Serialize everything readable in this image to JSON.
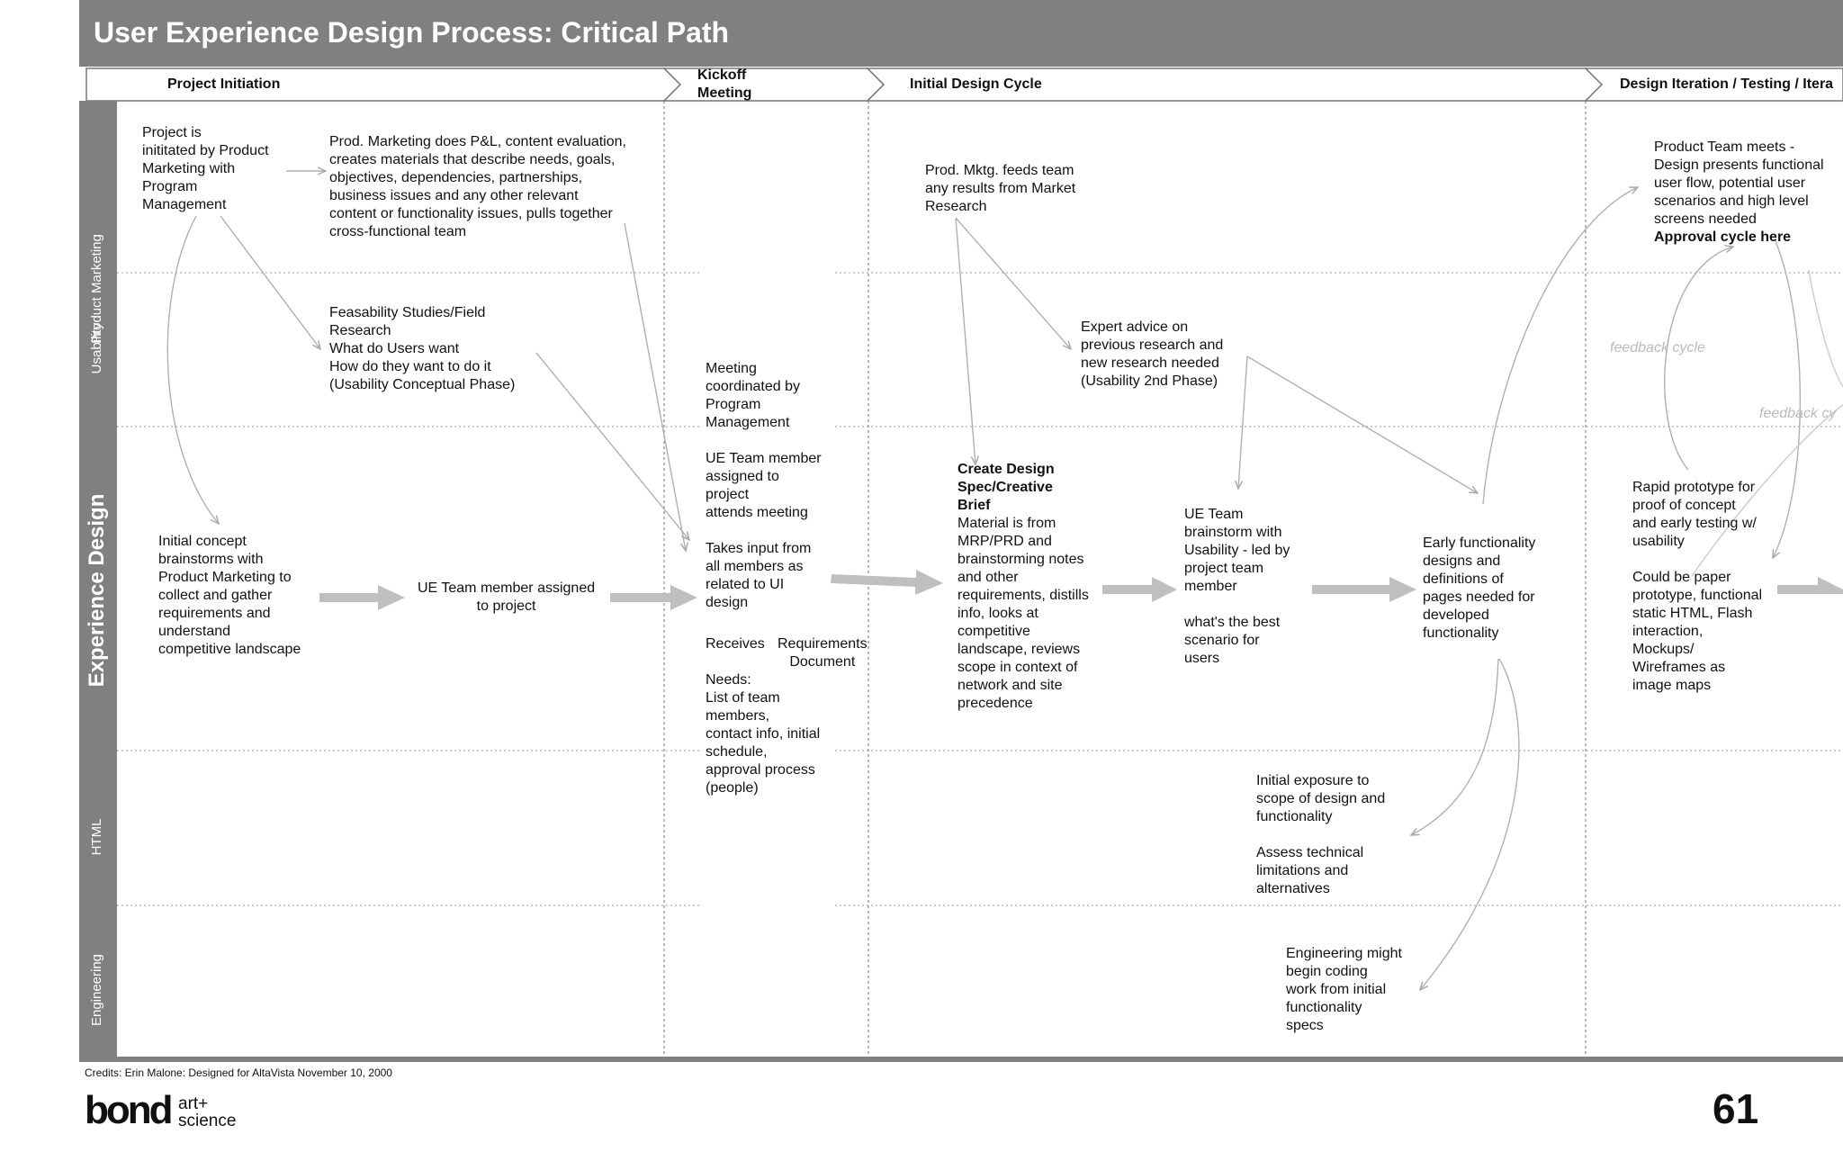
{
  "header": {
    "title": "User Experience Design Process: Critical Path"
  },
  "phases": {
    "project_initiation": "Project Initiation",
    "kickoff_meeting": "Kickoff\nMeeting",
    "initial_design_cycle": "Initial Design Cycle",
    "design_iteration": "Design Iteration / Testing / Itera"
  },
  "lanes": {
    "product_marketing": "Product Marketing",
    "usability": "Usability",
    "experience_design": "Experience Design",
    "html": "HTML",
    "engineering": "Engineering"
  },
  "nodes": {
    "project_initiated": "Project is\ninititated by Product\nMarketing with\nProgram\nManagement",
    "prod_marketing_pl": "Prod. Marketing does P&L, content evaluation,\ncreates materials that describe needs, goals,\nobjectives, dependencies, partnerships,\nbusiness issues and any other relevant\ncontent or functionality issues, pulls together\ncross-functional team",
    "feasability": "Feasability Studies/Field\nResearch\nWhat do Users want\nHow do they want to do it\n(Usability Conceptual Phase)",
    "initial_concept": "Initial concept\nbrainstorms with\nProduct Marketing to\ncollect and gather\nrequirements and\nunderstand\ncompetitive landscape",
    "ue_team_assigned": "UE Team member assigned\nto project",
    "meeting_coordinated": "Meeting\ncoordinated by\nProgram\nManagement\n\nUE Team member\nassigned to\nproject\nattends meeting\n\nTakes input from\nall members as\nrelated to UI\ndesign",
    "receives_label": "Receives",
    "requirements_doc": "Requirements\nDocument",
    "needs": "Needs:\nList of team\nmembers,\ncontact info, initial\nschedule,\napproval process\n(people)",
    "prod_mktg_feeds": "Prod. Mktg. feeds team\nany results from Market\nResearch",
    "expert_advice": "Expert advice on\nprevious research and\nnew research needed\n(Usability 2nd Phase)",
    "create_design_spec_title": "Create Design\nSpec/Creative\nBrief",
    "create_design_spec_body": "Material is from\nMRP/PRD and\nbrainstorming notes\nand other\nrequirements, distills\ninfo, looks at\ncompetitive\nlandscape, reviews\nscope in context of\nnetwork and site\nprecedence",
    "ue_team_brainstorm": "UE Team\nbrainstorm with\nUsability - led by\nproject team\nmember\n\nwhat's the best\nscenario for\nusers",
    "early_functionality": "Early functionality\ndesigns and\ndefinitions of\npages needed for\ndeveloped\nfunctionality",
    "initial_exposure": "Initial exposure to\nscope of design and\nfunctionality\n\nAssess technical\nlimitations and\nalternatives",
    "engineering_might": "Engineering might\nbegin coding\nwork from initial\nfunctionality\nspecs",
    "product_team_meets": "Product Team meets -\nDesign presents functional\nuser flow, potential user\nscenarios and high level\nscreens needed",
    "approval_cycle": "Approval cycle here",
    "rapid_prototype": "Rapid prototype for\nproof of concept\nand early testing w/\nusability\n\nCould be paper\nprototype, functional\nstatic HTML, Flash\ninteraction,\nMockups/\nWireframes as\nimage maps",
    "feedback_cycle_1": "feedback cycle",
    "feedback_cycle_2": "feedback cy"
  },
  "footer": {
    "credits": "Credits: Erin Malone: Designed for AltaVista November 10, 2000",
    "logo_text": "bond art+ science",
    "page_number": "61"
  },
  "colors": {
    "header_gray": "#808080",
    "arrow_gray": "#bfbfbf",
    "line_gray": "#b0b0b0",
    "feedback_text": "#bbbbbb"
  }
}
